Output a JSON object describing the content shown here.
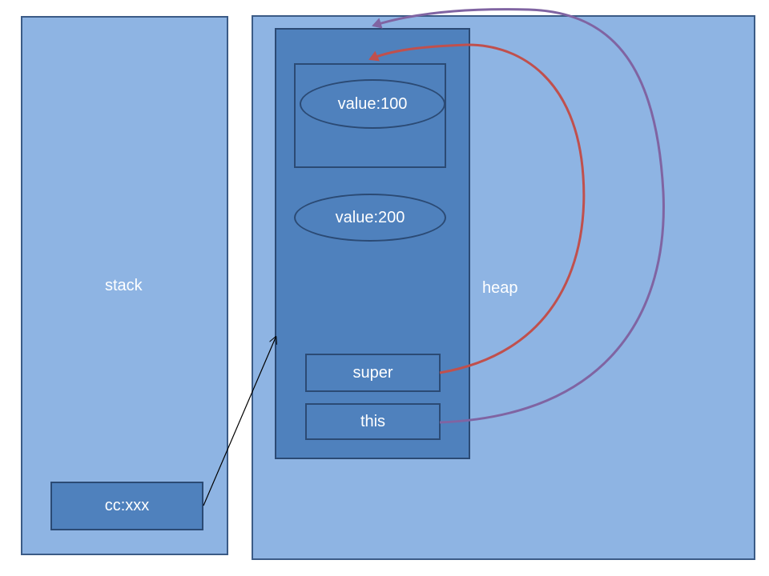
{
  "stack": {
    "label": "stack",
    "ref_label": "cc:xxx"
  },
  "heap": {
    "label": "heap",
    "values": [
      "value:100",
      "value:200"
    ],
    "super_label": "super",
    "this_label": "this"
  },
  "colors": {
    "panel": "#8eb4e3",
    "box": "#4f81bd",
    "super_arrow": "#c0504d",
    "this_arrow": "#8064a2",
    "ref_arrow": "#000000"
  }
}
